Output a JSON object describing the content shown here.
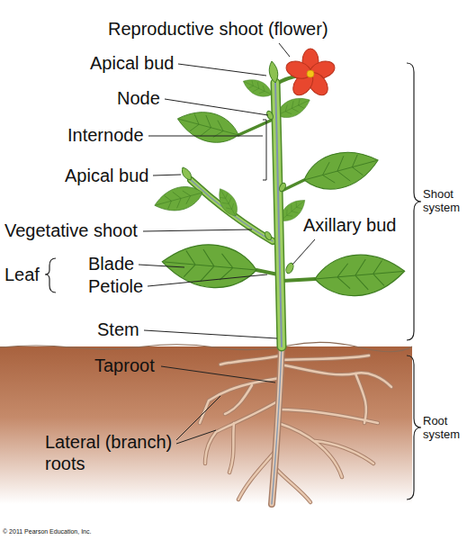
{
  "diagram": {
    "labels": [
      "Reproductive shoot (flower)",
      "Apical bud",
      "Node",
      "Internode",
      "Apical bud",
      "Vegetative shoot",
      "Axillary bud",
      "Leaf",
      "Blade",
      "Petiole",
      "Stem",
      "Taproot",
      "Lateral (branch) roots",
      "Shoot system",
      "Root system",
      "© 2011 Pearson Education, Inc."
    ]
  }
}
